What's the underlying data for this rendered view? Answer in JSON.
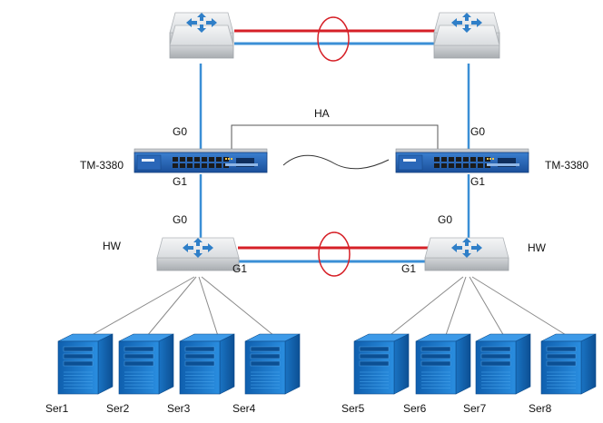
{
  "labels": {
    "ha": "HA",
    "left_fw_name": "TM-3380",
    "right_fw_name": "TM-3380",
    "left_fw_g0": "G0",
    "right_fw_g0": "G0",
    "left_fw_g1": "G1",
    "right_fw_g1": "G1",
    "left_sw_g0": "G0",
    "right_sw_g0": "G0",
    "left_sw_g1": "G1",
    "right_sw_g1": "G1",
    "left_sw_name": "HW",
    "right_sw_name": "HW"
  },
  "servers": [
    "Ser1",
    "Ser2",
    "Ser3",
    "Ser4",
    "Ser5",
    "Ser6",
    "Ser7",
    "Ser8"
  ],
  "colors": {
    "link_blue": "#3b8fd6",
    "link_red": "#d62027",
    "switch_face": "#e6e8ea",
    "arrow_blue": "#2f7fc8",
    "firewall_blue": "#1f5fb0",
    "server_blue": "#1a78c8"
  }
}
